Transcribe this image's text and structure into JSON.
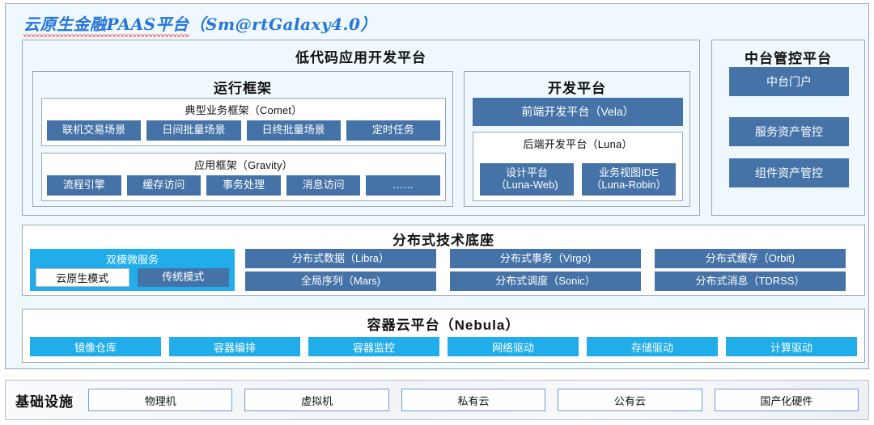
{
  "title": {
    "cn": "云原生金融PAAS平台",
    "en": "（Sm@rtGalaxy4.0）"
  },
  "lowcode": {
    "heading": "低代码应用开发平台",
    "runtime": {
      "heading": "运行框架",
      "comet": {
        "label": "典型业务框架（Comet）",
        "items": [
          "联机交易场景",
          "日间批量场景",
          "日终批量场景",
          "定时任务"
        ]
      },
      "gravity": {
        "label": "应用框架（Gravity）",
        "items": [
          "流程引擎",
          "缓存访问",
          "事务处理",
          "消息访问",
          "……"
        ]
      }
    },
    "devplatform": {
      "heading": "开发平台",
      "frontend": "前端开发平台（Vela）",
      "backend": {
        "label": "后端开发平台（Luna）",
        "items": [
          {
            "line1": "设计平台",
            "line2": "（Luna-Web)"
          },
          {
            "line1": "业务视图IDE",
            "line2": "（Luna-Robin）"
          }
        ]
      }
    }
  },
  "midplatform": {
    "heading": "中台管控平台",
    "items": [
      "服务资产管控",
      "组件资产管控",
      "中台门户"
    ]
  },
  "techbase": {
    "heading": "分布式技术底座",
    "dualmode": {
      "label": "双模微服务",
      "cloudnative": "云原生模式",
      "traditional": "传统模式"
    },
    "columns": [
      [
        "分布式数据（Libra）",
        "全局序列（Mars)"
      ],
      [
        "分布式事务（Virgo)",
        "分布式调度（Sonic）"
      ],
      [
        "分布式缓存（Orbit)",
        "分布式消息（TDRSS）"
      ]
    ]
  },
  "container": {
    "heading": "容器云平台（Nebula）",
    "items": [
      "镜像仓库",
      "容器编排",
      "容器监控",
      "网络驱动",
      "存储驱动",
      "计算驱动"
    ]
  },
  "infrastructure": {
    "label": "基础设施",
    "items": [
      "物理机",
      "虚拟机",
      "私有云",
      "公有云",
      "国产化硬件"
    ]
  },
  "colors": {
    "accent_blue": "#4573a8",
    "accent_cyan": "#21ade9",
    "title_blue": "#2576d8",
    "panel_bg": "#eff8fc",
    "border": "#9aa7b4"
  }
}
